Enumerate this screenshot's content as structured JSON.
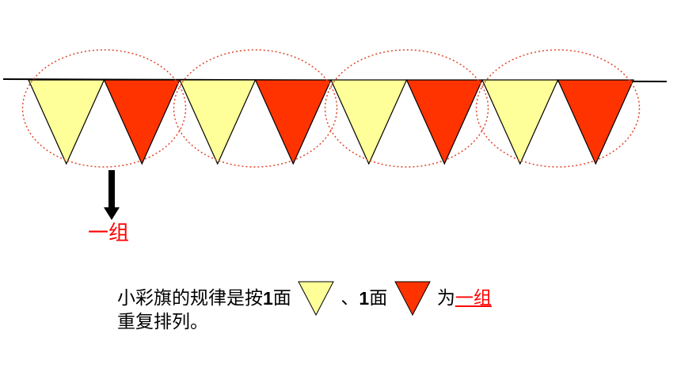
{
  "flags": {
    "colors": {
      "yellow": "#ffff99",
      "red": "#ff3300",
      "stroke": "#000000"
    },
    "pattern": [
      "yellow",
      "red",
      "yellow",
      "red",
      "yellow",
      "red",
      "yellow",
      "red"
    ],
    "group_count": 4
  },
  "group_label": "一组",
  "sentence": {
    "part1": "小彩旗的规律是按",
    "num1": "1",
    "unit1": "面",
    "sep": "、",
    "num2": "1",
    "unit2": "面",
    "part2": "为",
    "highlight": "一组",
    "line2": "重复排列。"
  }
}
